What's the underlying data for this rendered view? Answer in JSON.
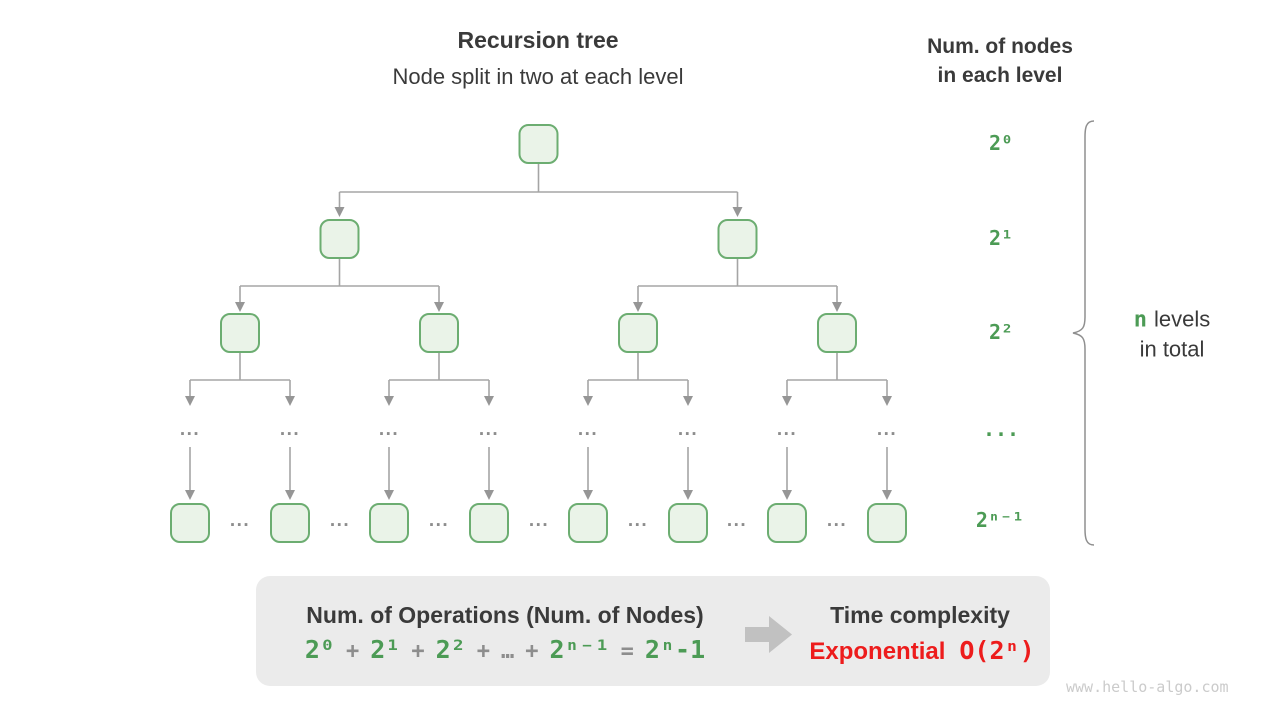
{
  "header": {
    "title": "Recursion tree",
    "subtitle": "Node split in two at each level",
    "right_title_line1": "Num. of nodes",
    "right_title_line2": "in each level"
  },
  "tree": {
    "ellipsis": "...",
    "levels_node_counts": [
      1,
      2,
      4,
      8
    ],
    "node_fill": "#eaf3e8",
    "node_border": "#6cad71",
    "connector_color": "#a5a5a5"
  },
  "level_labels": [
    {
      "label": "2⁰"
    },
    {
      "label": "2¹"
    },
    {
      "label": "2²"
    },
    {
      "label": "..."
    },
    {
      "label": "2ⁿ⁻¹"
    }
  ],
  "brace_note": {
    "highlight": "n",
    "line1_rest": "levels",
    "line2": "in total"
  },
  "summary_box": {
    "operations_title": "Num. of Operations (Num. of Nodes)",
    "formula_parts": [
      {
        "text": "2⁰"
      },
      {
        "text": "+"
      },
      {
        "text": "2¹"
      },
      {
        "text": "+"
      },
      {
        "text": "2²"
      },
      {
        "text": "+"
      },
      {
        "text": "…"
      },
      {
        "text": "+"
      },
      {
        "text": "2ⁿ⁻¹"
      },
      {
        "text": "="
      },
      {
        "text": "2ⁿ-1"
      }
    ],
    "complexity_title": "Time complexity",
    "complexity_name": "Exponential",
    "complexity_value": "O(2ⁿ)"
  },
  "watermark": "www.hello-algo.com",
  "colors": {
    "green_text": "#4c9b55",
    "red_text": "#ed1c1c",
    "dark_text": "#3a3a3a",
    "gray_operator": "#8d8d8d",
    "box_background": "#ebebeb",
    "watermark_gray": "#cbcbcb"
  }
}
